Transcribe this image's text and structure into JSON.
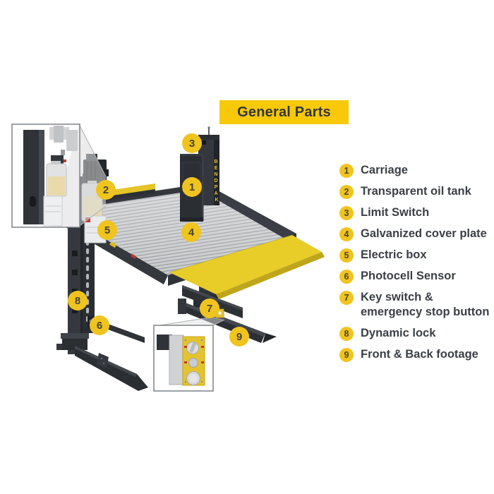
{
  "title": {
    "label": "General Parts"
  },
  "legend": {
    "items": [
      {
        "number": "1",
        "label": "Carriage"
      },
      {
        "number": "2",
        "label": "Transparent oil tank"
      },
      {
        "number": "3",
        "label": "Limit Switch"
      },
      {
        "number": "4",
        "label": "Galvanized cover plate"
      },
      {
        "number": "5",
        "label": "Electric box"
      },
      {
        "number": "6",
        "label": "Photocell Sensor"
      },
      {
        "number": "7",
        "label": "Key switch &\nemergency stop button"
      },
      {
        "number": "8",
        "label": "Dynamic lock"
      },
      {
        "number": "9",
        "label": "Front & Back footage"
      }
    ]
  },
  "diagram": {
    "brand_letters": [
      "B",
      "E",
      "N",
      "D",
      "P",
      "A",
      "K"
    ],
    "callouts": [
      {
        "number": "1"
      },
      {
        "number": "2"
      },
      {
        "number": "3"
      },
      {
        "number": "4"
      },
      {
        "number": "5"
      },
      {
        "number": "6"
      },
      {
        "number": "7"
      },
      {
        "number": "8"
      },
      {
        "number": "9"
      }
    ]
  },
  "colors": {
    "accent_yellow": "#f0c41f",
    "title_yellow": "#f8c909",
    "ramp_yellow": "#e8cd28",
    "machine_dark": "#33373c",
    "text_dark": "#3b4046"
  }
}
